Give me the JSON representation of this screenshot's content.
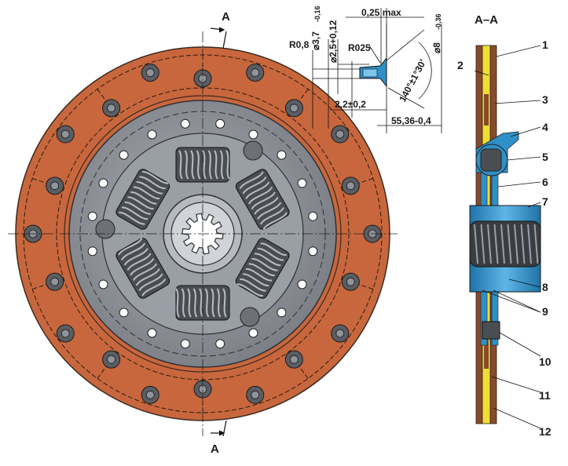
{
  "section_marks": {
    "top": "A",
    "bottom": "A",
    "title": "A–A"
  },
  "dimensions": {
    "d37": "⌀3,7",
    "d37_tol": "-0,16",
    "d25": "⌀2,5+0,12",
    "r08": "R0,8",
    "r025": "R025",
    "gap": "0,25 max",
    "d8": "⌀8",
    "d8_tol": "-0,36",
    "angle": "140°±1°30'",
    "thickness": "2,2±0,2",
    "length": "55,36-0,4"
  },
  "callouts": [
    "1",
    "2",
    "3",
    "4",
    "5",
    "6",
    "7",
    "8",
    "9",
    "10",
    "11",
    "12"
  ],
  "colors": {
    "facing": "#c8673d",
    "hub_plate": "#8d9198",
    "hub_dark": "#5c6066",
    "spring": "#4a4e53",
    "section_blue": "#2f8fc7",
    "section_yellow": "#f0dd35",
    "section_brown": "#8a4a2a"
  }
}
